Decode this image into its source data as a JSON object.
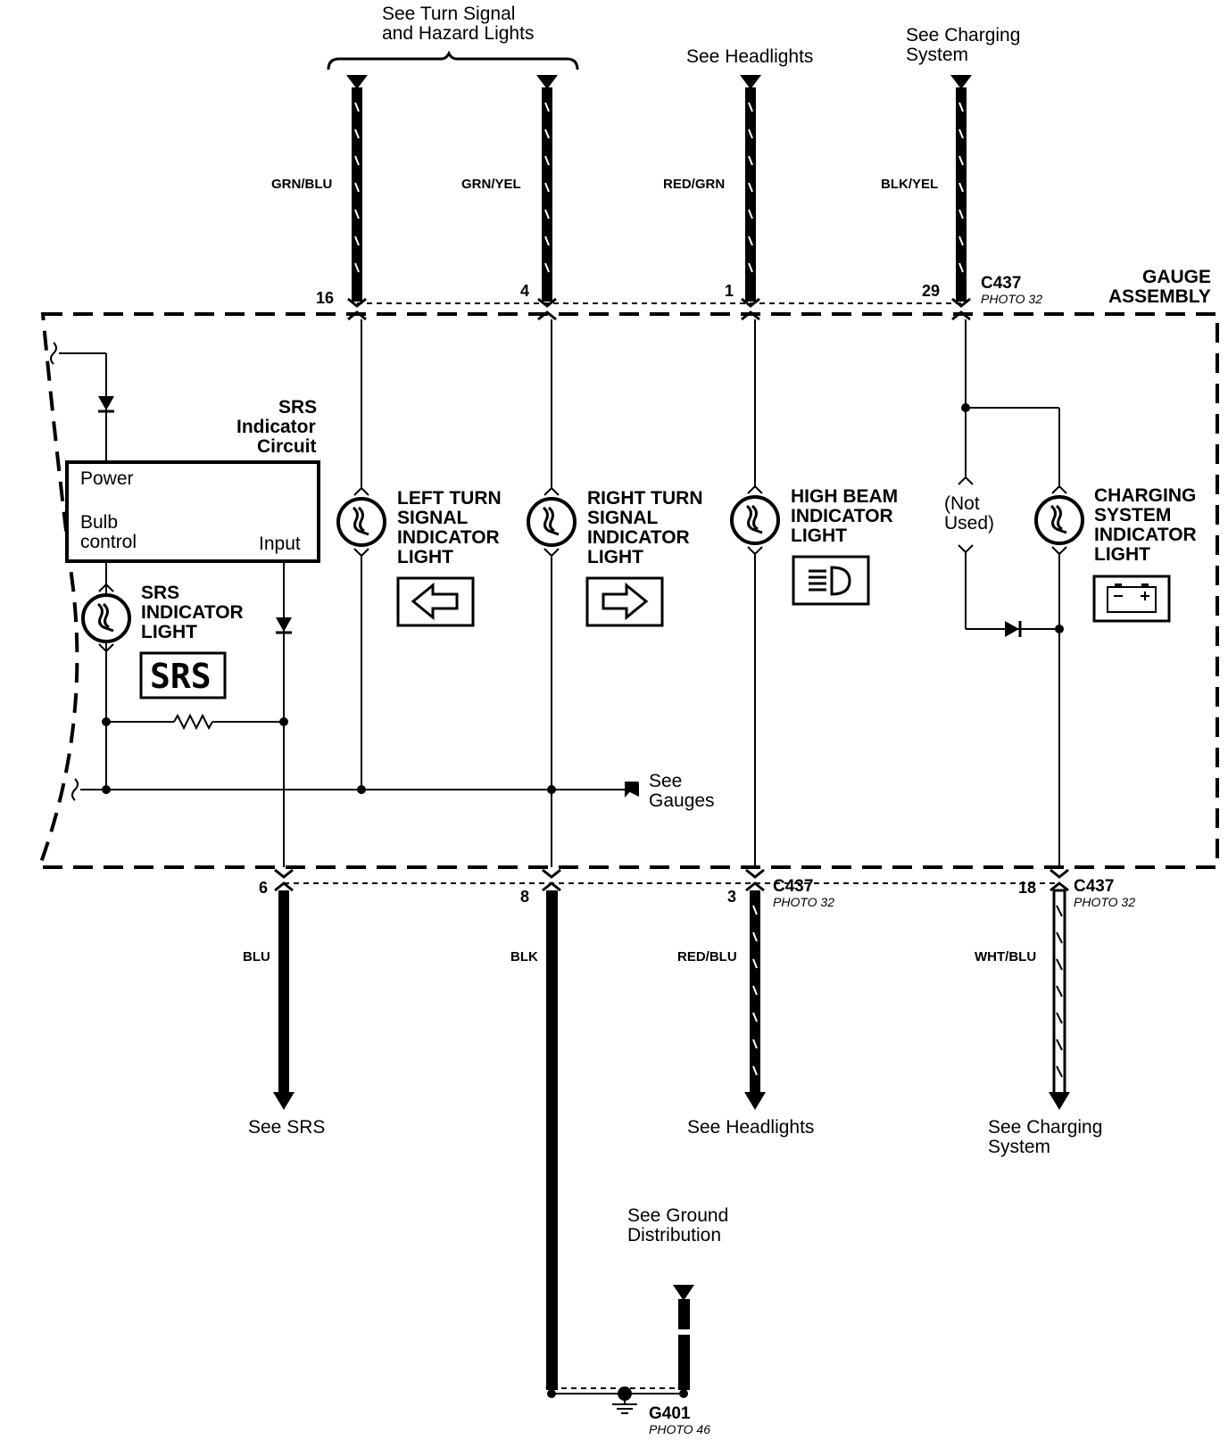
{
  "labels": {
    "turn_signal_ref_1": "See Turn Signal",
    "turn_signal_ref_2": "and Hazard Lights",
    "headlights_top": "See Headlights",
    "charging_top_1": "See Charging",
    "charging_top_2": "System",
    "gauge_assembly_1": "GAUGE",
    "gauge_assembly_2": "ASSEMBLY",
    "srs_circuit_1": "SRS",
    "srs_circuit_2": "Indicator",
    "srs_circuit_3": "Circuit",
    "box_power": "Power",
    "box_bulb": "Bulb",
    "box_control": "control",
    "box_input": "Input",
    "srs_light_1": "SRS",
    "srs_light_2": "INDICATOR",
    "srs_light_3": "LIGHT",
    "srs_badge": "SRS",
    "left_turn_1": "LEFT TURN",
    "left_turn_2": "SIGNAL",
    "left_turn_3": "INDICATOR",
    "left_turn_4": "LIGHT",
    "right_turn_1": "RIGHT TURN",
    "right_turn_2": "SIGNAL",
    "right_turn_3": "INDICATOR",
    "right_turn_4": "LIGHT",
    "high_beam_1": "HIGH BEAM",
    "high_beam_2": "INDICATOR",
    "high_beam_3": "LIGHT",
    "not_used_1": "(Not",
    "not_used_2": "Used)",
    "charging_light_1": "CHARGING",
    "charging_light_2": "SYSTEM",
    "charging_light_3": "INDICATOR",
    "charging_light_4": "LIGHT",
    "see_gauges_1": "See",
    "see_gauges_2": "Gauges",
    "see_srs": "See SRS",
    "headlights_bottom": "See Headlights",
    "charging_bottom_1": "See Charging",
    "charging_bottom_2": "System",
    "ground_dist_1": "See Ground",
    "ground_dist_2": "Distribution"
  },
  "wires": {
    "top": [
      "GRN/BLU",
      "GRN/YEL",
      "RED/GRN",
      "BLK/YEL"
    ],
    "bottom": [
      "BLU",
      "BLK",
      "RED/BLU",
      "WHT/BLU"
    ]
  },
  "pins": {
    "top": [
      "16",
      "4",
      "1",
      "29"
    ],
    "bottom": [
      "6",
      "8",
      "3",
      "18"
    ]
  },
  "connectors": {
    "top_name": "C437",
    "top_photo": "PHOTO 32",
    "bottom_1_name": "C437",
    "bottom_1_photo": "PHOTO 32",
    "bottom_2_name": "C437",
    "bottom_2_photo": "PHOTO 32",
    "ground_name": "G401",
    "ground_photo": "PHOTO 46"
  },
  "icons": {
    "left_arrow": "left-arrow-icon",
    "right_arrow": "right-arrow-icon",
    "high_beam": "high-beam-icon",
    "battery": "battery-icon",
    "bulb": "bulb-icon",
    "diode": "diode-icon",
    "resistor": "resistor-icon",
    "ground": "ground-icon"
  }
}
